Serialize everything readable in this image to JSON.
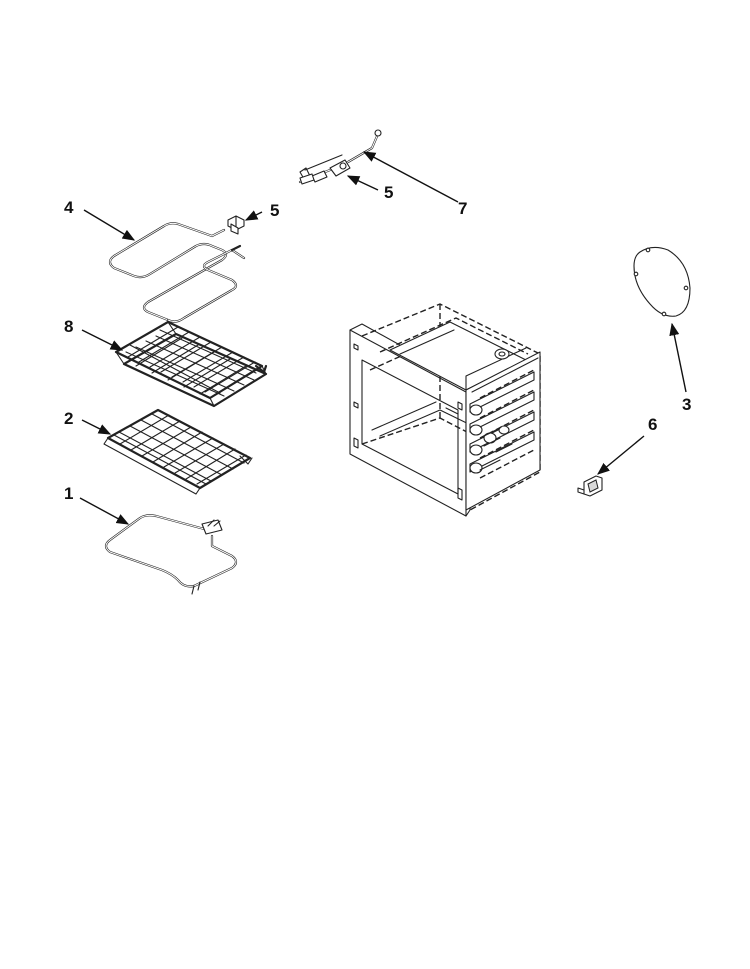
{
  "diagram": {
    "callouts": [
      "4",
      "5",
      "5",
      "7",
      "8",
      "2",
      "1",
      "3",
      "6"
    ]
  }
}
